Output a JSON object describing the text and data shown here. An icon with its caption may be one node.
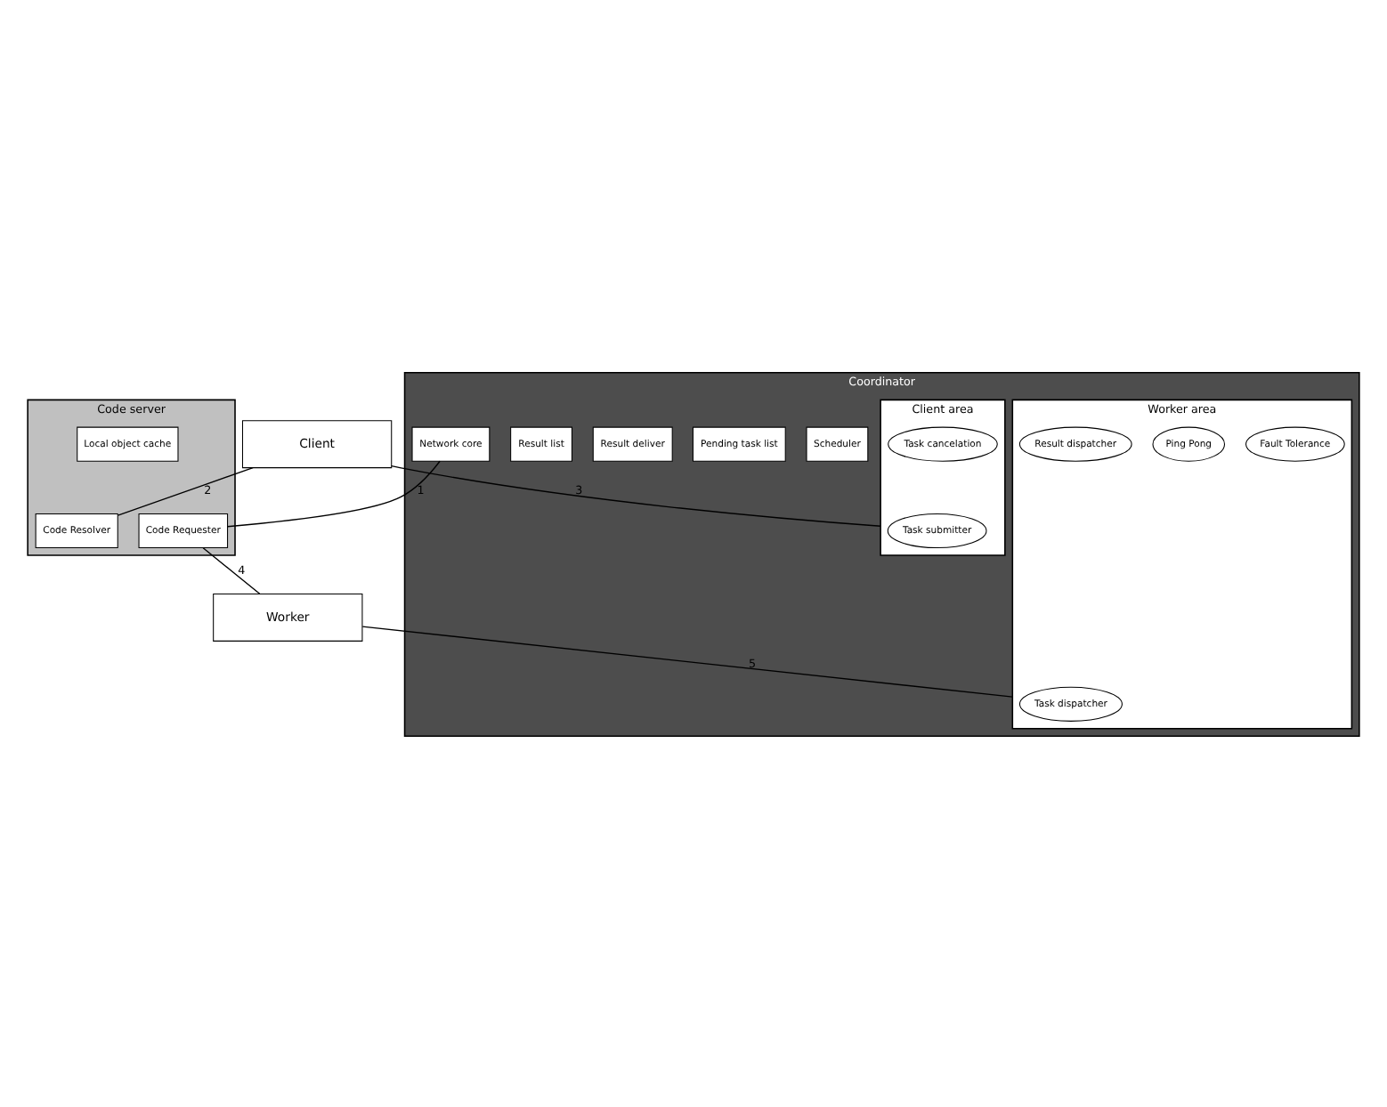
{
  "diagram": {
    "nodes": [
      {
        "text": [
          "Client"
        ]
      },
      {
        "text": [
          "Coordinator"
        ]
      },
      {
        "text": [
          "Scheduler"
        ],
        "in": 1
      },
      {
        "text": [
          "Pending task list"
        ],
        "in": 1
      },
      {
        "text": [
          "Result deliver"
        ],
        "in": 1
      },
      {
        "text": [
          "Result list"
        ],
        "in": 1
      },
      {
        "text": [
          "Network core"
        ],
        "in": 1
      },
      {
        "text": [
          "Worker area"
        ],
        "in": 1
      },
      {
        "text": [
          "Task dispatcher"
        ],
        "in": 7
      },
      {
        "text": [
          "Fault Tolerance"
        ],
        "in": 7
      },
      {
        "text": [
          "Ping Pong"
        ],
        "in": 7
      },
      {
        "text": [
          "Result dispatcher"
        ],
        "in": 7
      },
      {
        "text": [
          "Client area"
        ],
        "in": 1
      },
      {
        "text": [
          "Task submitter"
        ],
        "in": 12
      },
      {
        "text": [
          "Task cancelation"
        ],
        "in": 12
      },
      {
        "text": [
          "Code server"
        ]
      },
      {
        "text": [
          "Local object cache"
        ],
        "in": 15
      },
      {
        "text": [
          "Code Resolver"
        ],
        "in": 15
      },
      {
        "text": [
          "Code Requester"
        ],
        "in": 15
      },
      {
        "text": [
          "Worker"
        ]
      }
    ],
    "edges": [
      {
        "from": 6,
        "to": 18,
        "arrow": "none",
        "label": "1"
      },
      {
        "from": 0,
        "to": 17,
        "arrow": "none",
        "label": "2"
      },
      {
        "from": 0,
        "to": 12,
        "arrow": "none",
        "label": "3"
      },
      {
        "from": 18,
        "to": 19,
        "arrow": "none",
        "label": "4"
      },
      {
        "from": 19,
        "to": 7,
        "arrow": "none",
        "label": "5"
      }
    ]
  }
}
